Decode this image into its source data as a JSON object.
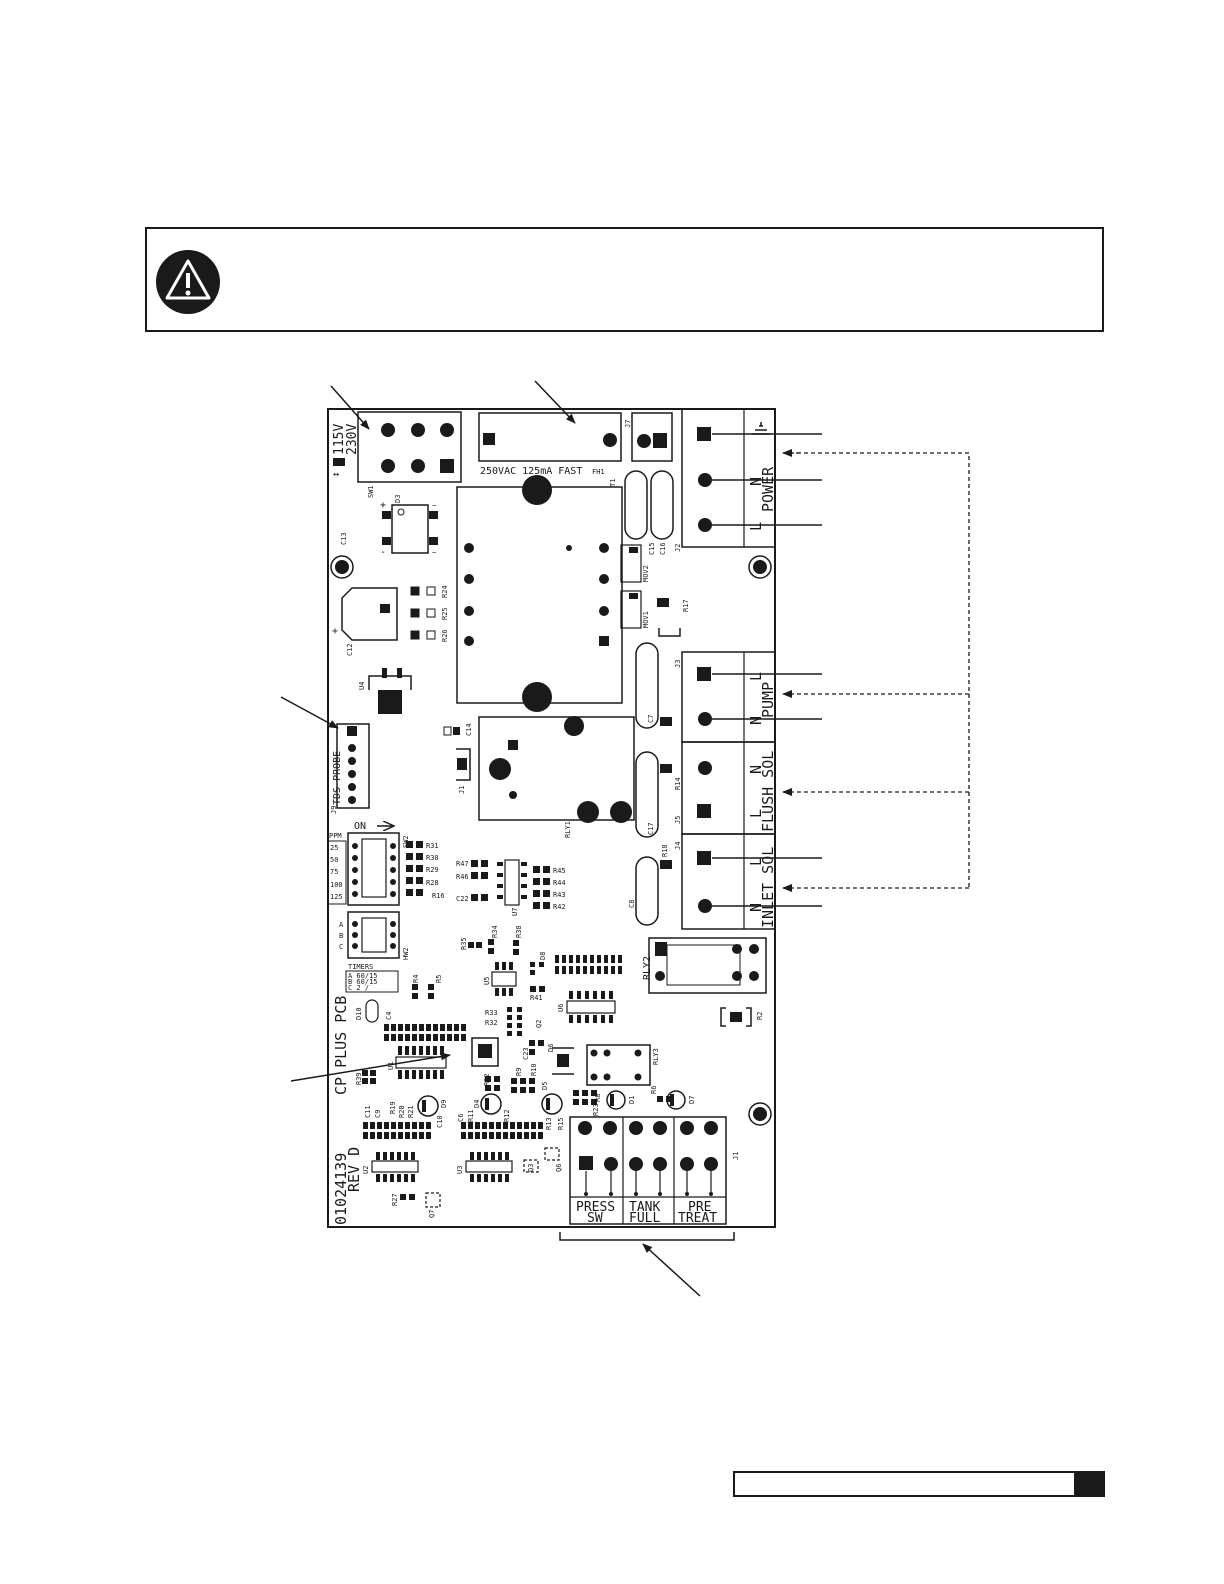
{
  "warning": {
    "icon": "warning-triangle-icon"
  },
  "board": {
    "voltage_115": "115V",
    "voltage_230": "230V",
    "sw1": "SW1",
    "fuse_rating": "250VAC 125mA FAST",
    "fh1": "FH1",
    "t1": "T1",
    "j7": "J7",
    "j2": "J2",
    "mov1": "MOV1",
    "mov2": "MOV2",
    "c15": "C15",
    "c16": "C16",
    "r17": "R17",
    "d3": "D3",
    "c13": "C13",
    "c12": "C12",
    "r24": "R24",
    "r25": "R25",
    "r26": "R26",
    "u4": "U4",
    "j3": "J3",
    "c7": "C7",
    "c14": "C14",
    "j1_small": "J1",
    "rly1": "RLY1",
    "r14": "R14",
    "c17": "C17",
    "j5": "J5",
    "tds_probe": "TDS PROBE",
    "j9": "J9",
    "on_label": "ON",
    "sw2": "SW2",
    "ppm": "PPM",
    "ppm_values": [
      "25",
      "50",
      "75",
      "100",
      "125"
    ],
    "res_sw2": [
      "R31",
      "R30",
      "R29",
      "R28",
      "R16"
    ],
    "res_mid_left": [
      "R47",
      "R46",
      "C22"
    ],
    "u7": "U7",
    "res_mid_right": [
      "R45",
      "R44",
      "R43",
      "R42"
    ],
    "r18": "R18",
    "j4": "J4",
    "c8": "C8",
    "jw": [
      "A",
      "B",
      "C"
    ],
    "hw2": "HW2",
    "timers": "TIMERS",
    "timer_rows": [
      "A 60/15",
      "B 60/15",
      "C 2 /"
    ],
    "rly2": "RLY2",
    "r2": "R2",
    "rly3": "RLY3",
    "pcb_name": "CP PLUS PCB",
    "part_no": "01024139",
    "rev": "REV D",
    "u1": "U1",
    "u2": "U2",
    "u3": "U3",
    "u5": "U5",
    "u6": "U6",
    "j1": "J1",
    "parts_misc": [
      "R34",
      "R38",
      "R35",
      "D8",
      "R41",
      "R39",
      "D10",
      "R4",
      "R5",
      "R33",
      "R32",
      "Q2",
      "C23",
      "D6",
      "R9",
      "R10",
      "D5",
      "D9",
      "D4",
      "R22",
      "R23",
      "R8",
      "D1",
      "R6",
      "D7",
      "C11",
      "C9",
      "R19",
      "R20",
      "R21",
      "C10",
      "R27",
      "Q7",
      "Q3",
      "Q6",
      "R13",
      "R15",
      "R12",
      "R11",
      "C4",
      "C6"
    ],
    "terminals": {
      "power": "POWER",
      "n_label": "N",
      "l_label": "L",
      "pump": "PUMP",
      "flush_sol": "FLUSH SOL",
      "inlet_sol": "INLET SOL",
      "press_sw": [
        "PRESS",
        "SW"
      ],
      "tank_full": [
        "TANK",
        "FULL"
      ],
      "pre_treat": [
        "PRE",
        "TREAT"
      ]
    }
  }
}
